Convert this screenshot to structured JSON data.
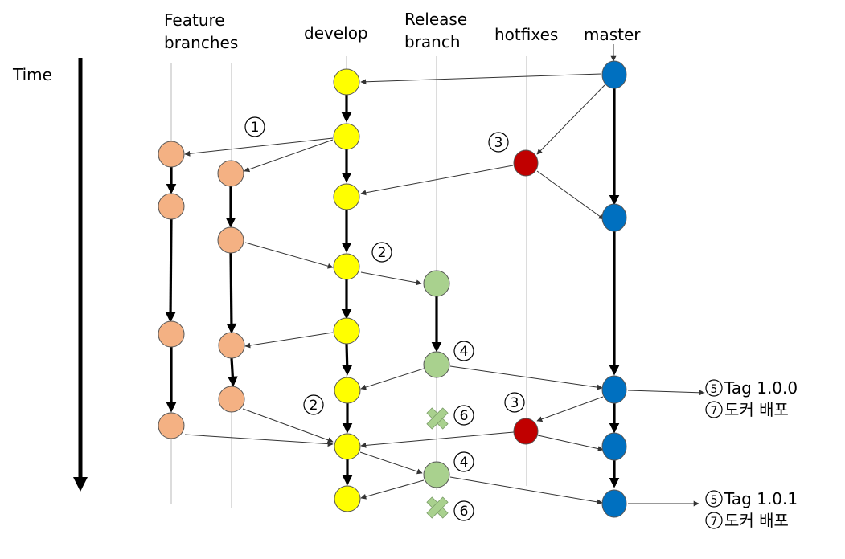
{
  "time_label": "Time",
  "columns": {
    "feature_line1": "Feature",
    "feature_line2": "branches",
    "develop": "develop",
    "release_line1": "Release",
    "release_line2": "branch",
    "hotfixes": "hotfixes",
    "master": "master"
  },
  "markers": {
    "m1": "1",
    "m2a": "2",
    "m2b": "2",
    "m3a": "3",
    "m3b": "3",
    "m4a": "4",
    "m4b": "4",
    "m5a": "5",
    "m5b": "5",
    "m6a": "6",
    "m6b": "6",
    "m7a": "7",
    "m7b": "7"
  },
  "annotations": {
    "tag1": "Tag  1.0.0",
    "deploy1": "도커  배포",
    "tag2": "Tag  1.0.1",
    "deploy2": "도커  배포"
  },
  "colors": {
    "feature": "#F4B183",
    "develop": "#FFFF00",
    "release": "#A9D18E",
    "hotfix": "#C00000",
    "master": "#0070C0",
    "cross": "#A9D18E"
  }
}
